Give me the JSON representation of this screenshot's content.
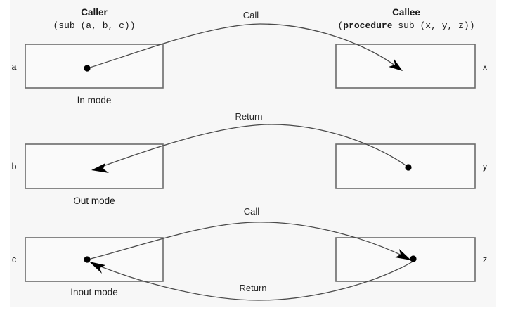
{
  "diagram": {
    "title_left": "Caller",
    "title_right": "Callee",
    "signature_left": "(sub (a, b, c))",
    "signature_right_keyword": "procedure",
    "signature_right_rest": " sub (x, y, z))",
    "signature_right_prefix": "(",
    "signature_right_full": "(procedure sub (x, y, z))",
    "colors": {
      "canvas": "#f7f7f7",
      "page": "#ffffff",
      "box_fill": "#fafafa",
      "box_stroke": "#6b6b6b",
      "curve": "#4a4a4a",
      "dot": "#000000",
      "text": "#1a1a1a"
    },
    "rows": [
      {
        "id": "row-a",
        "caller_var": "a",
        "callee_var": "x",
        "caption": "In mode",
        "edges": [
          {
            "name": "call",
            "label": "Call",
            "direction": "caller-to-callee"
          }
        ]
      },
      {
        "id": "row-b",
        "caller_var": "b",
        "callee_var": "y",
        "caption": "Out mode",
        "edges": [
          {
            "name": "return",
            "label": "Return",
            "direction": "callee-to-caller"
          }
        ]
      },
      {
        "id": "row-c",
        "caller_var": "c",
        "callee_var": "z",
        "caption": "Inout mode",
        "edges": [
          {
            "name": "call",
            "label": "Call",
            "direction": "caller-to-callee"
          },
          {
            "name": "return",
            "label": "Return",
            "direction": "callee-to-caller"
          }
        ]
      }
    ]
  }
}
